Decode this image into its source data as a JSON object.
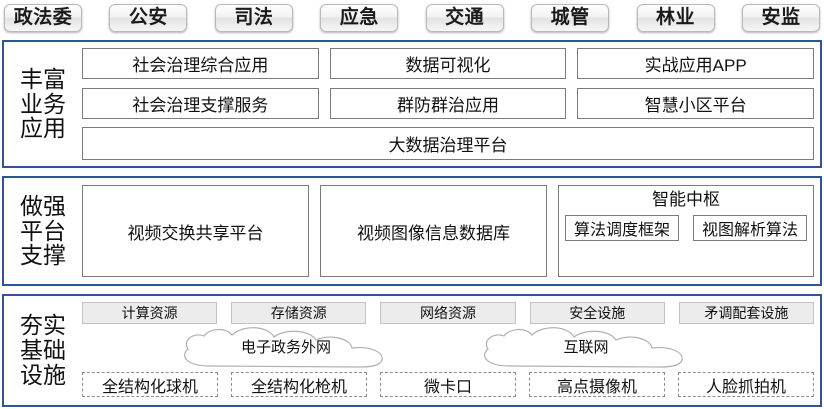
{
  "top_bar": {
    "departments": [
      {
        "label": "政法委"
      },
      {
        "label": "公安"
      },
      {
        "label": "司法"
      },
      {
        "label": "应急"
      },
      {
        "label": "交通"
      },
      {
        "label": "城管"
      },
      {
        "label": "林业"
      },
      {
        "label": "安监"
      }
    ]
  },
  "colors": {
    "section_border": "#2f5597",
    "box_border": "#7b7b7b",
    "resource_fill": "#ececec",
    "dashed_border": "#8d8d8d",
    "cloud_stroke": "#b0b0b0"
  },
  "sections": [
    {
      "id": "apps",
      "label": "丰富业务应用",
      "label_lines": [
        "丰富",
        "业务",
        "应用"
      ],
      "rows": [
        {
          "id": "row-a",
          "boxes": [
            "社会治理综合应用",
            "数据可视化",
            "实战应用APP"
          ]
        },
        {
          "id": "row-b",
          "boxes": [
            "社会治理支撑服务",
            "群防群治应用",
            "智慧小区平台"
          ]
        },
        {
          "id": "row-c",
          "boxes": [
            "大数据治理平台"
          ]
        }
      ]
    },
    {
      "id": "platform",
      "label": "做强平台支撑",
      "label_lines": [
        "做强",
        "平台",
        "支撑"
      ],
      "boxes": [
        "视频交换共享平台",
        "视频图像信息数据库"
      ],
      "hub": {
        "title": "智能中枢",
        "items": [
          "算法调度框架",
          "视图解析算法"
        ]
      }
    },
    {
      "id": "infra",
      "label": "夯实基础设施",
      "label_lines": [
        "夯实",
        "基础",
        "设施"
      ],
      "resources": [
        "计算资源",
        "存储资源",
        "网络资源",
        "安全设施",
        "矛调配套设施"
      ],
      "clouds": [
        {
          "id": "gov",
          "label": "电子政务外网"
        },
        {
          "id": "net",
          "label": "互联网"
        }
      ],
      "devices": [
        "全结构化球机",
        "全结构化枪机",
        "微卡口",
        "高点摄像机",
        "人脸抓拍机"
      ]
    }
  ]
}
